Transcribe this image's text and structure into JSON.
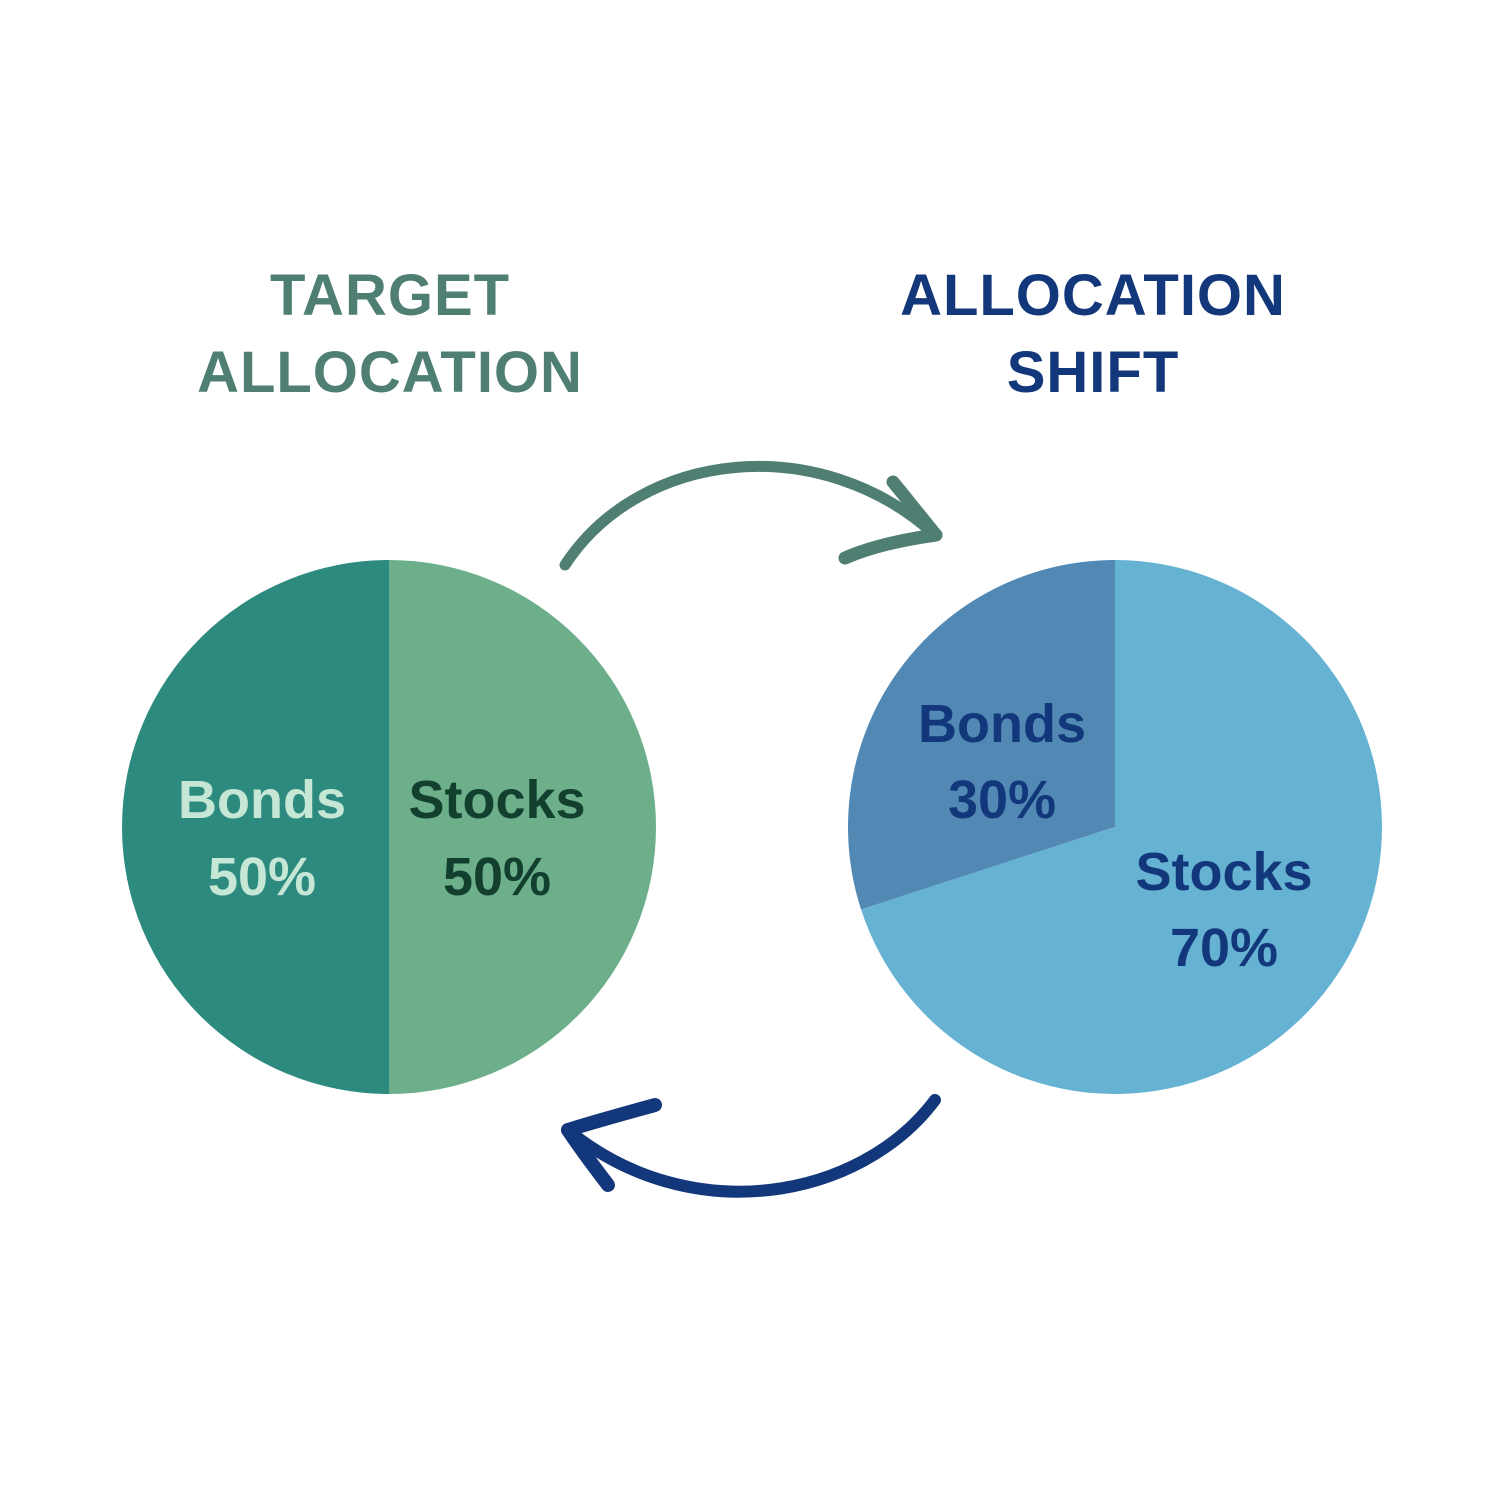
{
  "chart_data": [
    {
      "type": "pie",
      "title": [
        "TARGET",
        "ALLOCATION"
      ],
      "title_color": "#4f7f73",
      "slices": [
        {
          "label": "Bonds",
          "pct": "50%",
          "value": 50,
          "color": "#2c8a7e",
          "text_color": "#c6e6d6"
        },
        {
          "label": "Stocks",
          "pct": "50%",
          "value": 50,
          "color": "#6caf8a",
          "text_color": "#123f2e"
        }
      ]
    },
    {
      "type": "pie",
      "title": [
        "ALLOCATION",
        "SHIFT"
      ],
      "title_color": "#12377a",
      "slices": [
        {
          "label": "Bonds",
          "pct": "30%",
          "value": 30,
          "color": "#5289b4",
          "text_color": "#12377a"
        },
        {
          "label": "Stocks",
          "pct": "70%",
          "value": 70,
          "color": "#66b2d3",
          "text_color": "#12377a"
        }
      ]
    }
  ],
  "arrows": [
    {
      "direction": "left-to-right",
      "color": "#4f7f73"
    },
    {
      "direction": "right-to-left",
      "color": "#12377a"
    }
  ]
}
